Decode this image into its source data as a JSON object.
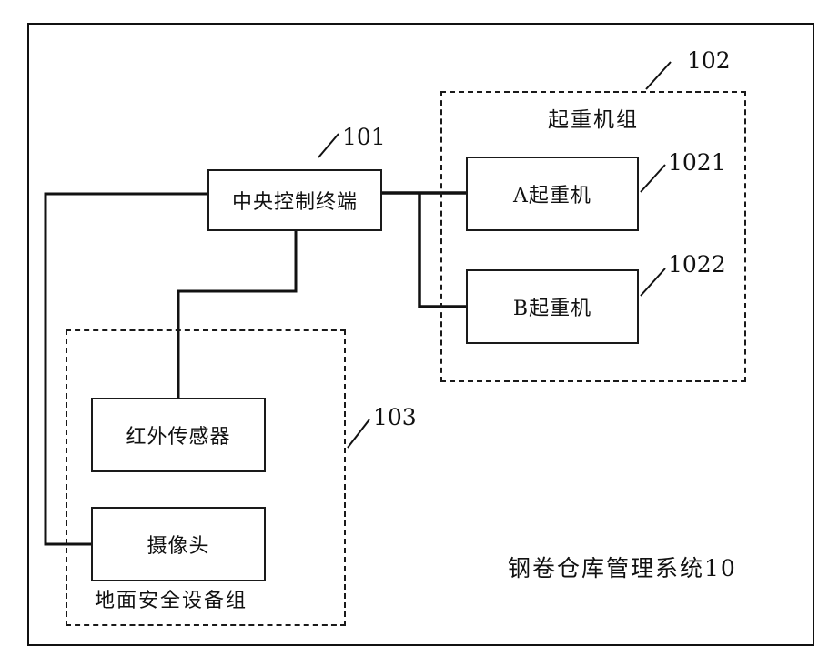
{
  "figure": {
    "caption": "钢卷仓库管理系统10",
    "central_terminal": {
      "label": "中央控制终端",
      "ref": "101"
    },
    "crane_group": {
      "label": "起重机组",
      "ref": "102"
    },
    "crane_a": {
      "label": "A起重机",
      "ref": "1021"
    },
    "crane_b": {
      "label": "B起重机",
      "ref": "1022"
    },
    "ground_group": {
      "label": "地面安全设备组",
      "ref": "103"
    },
    "infrared_sensor": {
      "label": "红外传感器"
    },
    "camera": {
      "label": "摄像头"
    }
  }
}
